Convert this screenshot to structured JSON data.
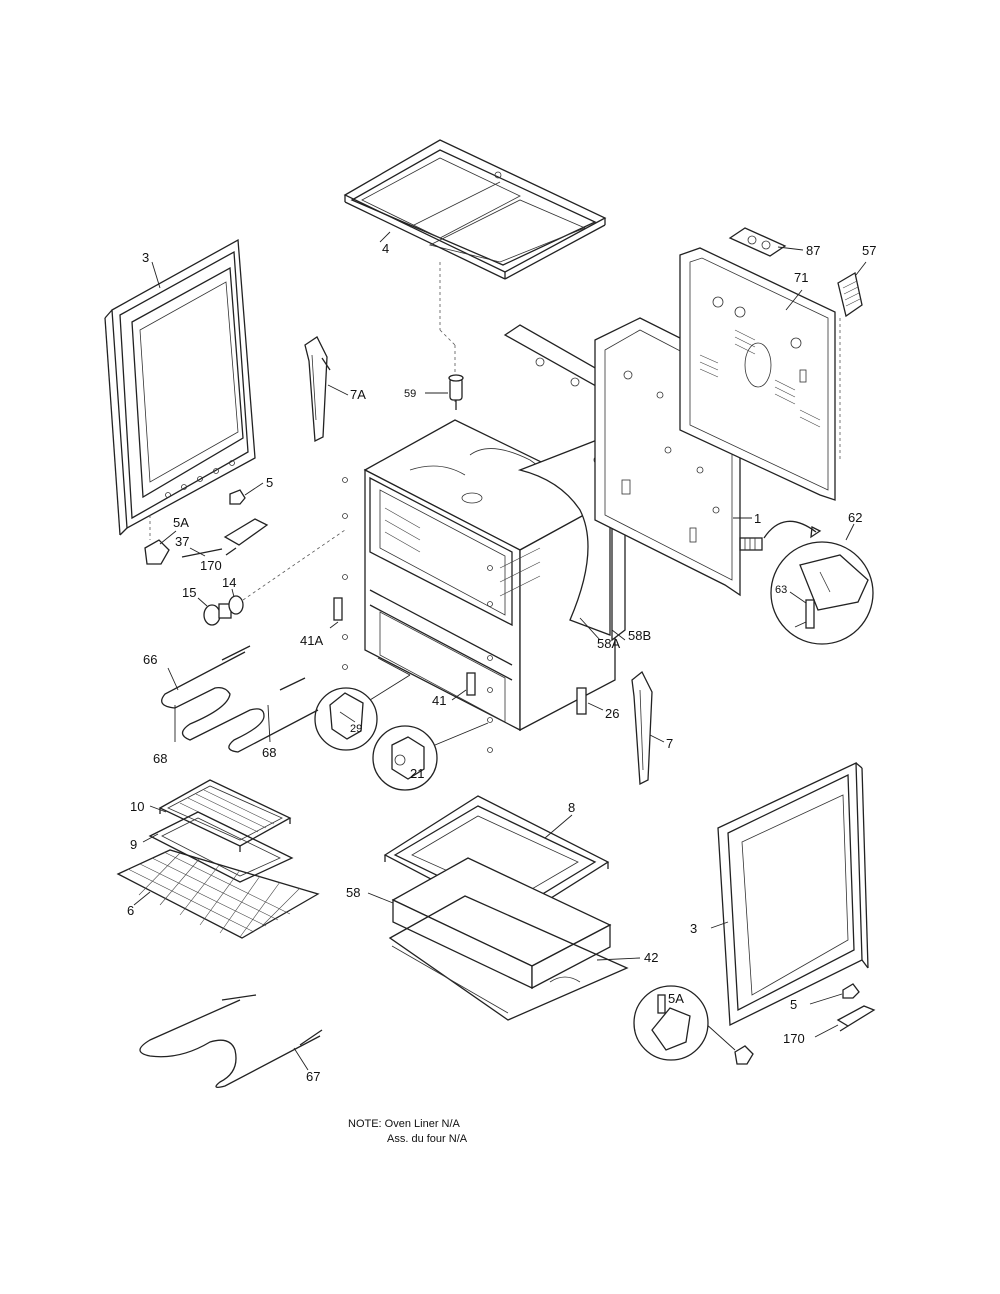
{
  "labels": {
    "p3_left": "3",
    "p4": "4",
    "p7A": "7A",
    "p59": "59",
    "p87": "87",
    "p57": "57",
    "p71": "71",
    "p5_left": "5",
    "p5A_left": "5A",
    "p37": "37",
    "p170_left": "170",
    "p15": "15",
    "p14": "14",
    "p1": "1",
    "p62": "62",
    "p63": "63",
    "p41A": "41A",
    "p58A": "58A",
    "p58B": "58B",
    "p66": "66",
    "p68_a": "68",
    "p68_b": "68",
    "p29": "29",
    "p41": "41",
    "p26": "26",
    "p7": "7",
    "p21": "21",
    "p10": "10",
    "p9": "9",
    "p6": "6",
    "p8": "8",
    "p58": "58",
    "p42": "42",
    "p3_right": "3",
    "p5_right": "5",
    "p5A_right": "5A",
    "p170_right": "170",
    "p67": "67"
  },
  "note": {
    "line1": "NOTE: Oven Liner N/A",
    "line2": "Ass. du four N/A"
  }
}
